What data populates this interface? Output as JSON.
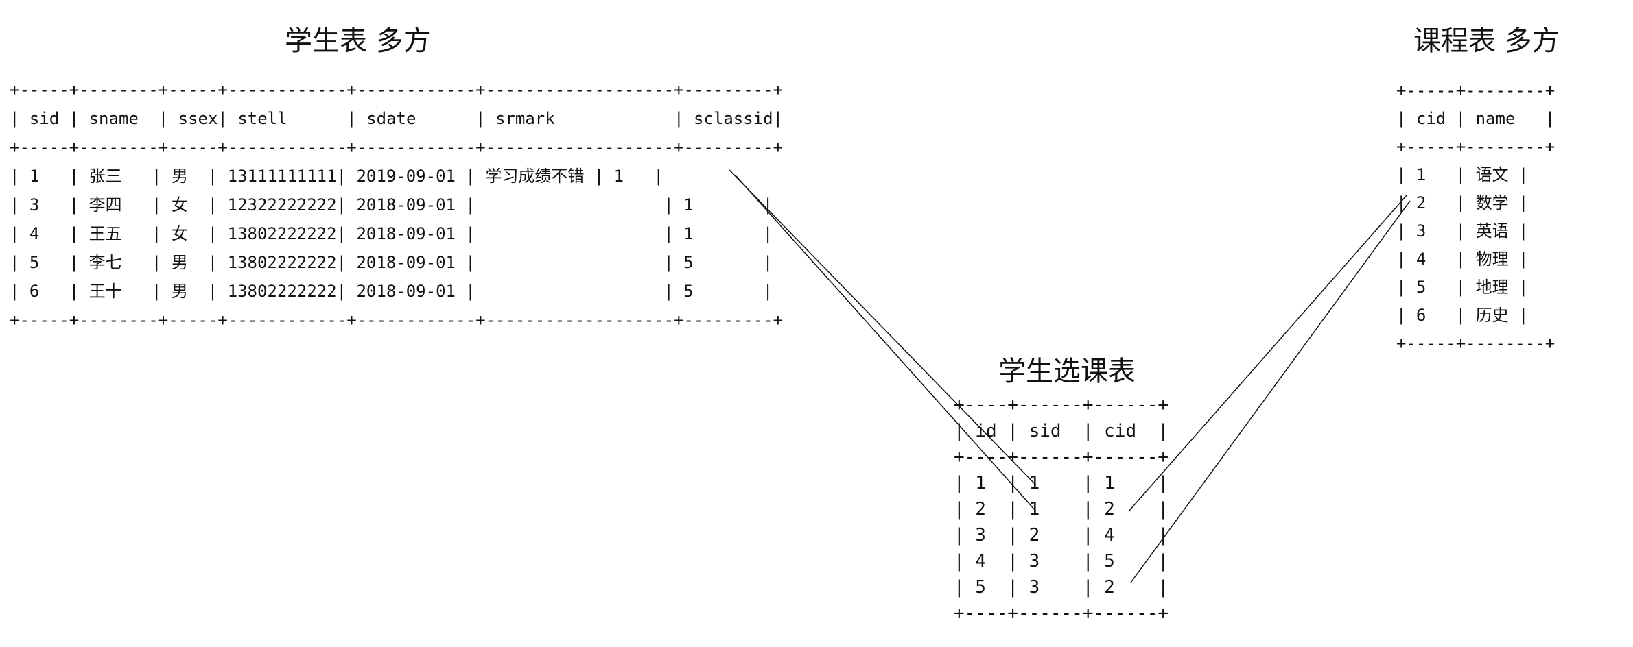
{
  "student_table": {
    "title": "学生表 多方",
    "lines": [
      "+-----+--------+-----+------------+------------+-------------------+---------+",
      "| sid | sname  | ssex| stell      | sdate      | srmark            | sclassid|",
      "+-----+--------+-----+------------+------------+-------------------+---------+",
      "| 1   | 张三   | 男  | 13111111111| 2019-09-01 | 学习成绩不错 | 1   |",
      "| 3   | 李四   | 女  | 12322222222| 2018-09-01 |                   | 1       |",
      "| 4   | 王五   | 女  | 13802222222| 2018-09-01 |                   | 1       |",
      "| 5   | 李七   | 男  | 13802222222| 2018-09-01 |                   | 5       |",
      "| 6   | 王十   | 男  | 13802222222| 2018-09-01 |                   | 5       |",
      "+-----+--------+-----+------------+------------+-------------------+---------+"
    ]
  },
  "selection_table": {
    "title": "学生选课表",
    "lines": [
      "+----+------+------+",
      "| id | sid  | cid  |",
      "+----+------+------+",
      "| 1  | 1    | 1    |",
      "| 2  | 1    | 2    |",
      "| 3  | 2    | 4    |",
      "| 4  | 3    | 5    |",
      "| 5  | 3    | 2    |",
      "+----+------+------+"
    ]
  },
  "course_table": {
    "title": "课程表  多方",
    "lines": [
      "+-----+--------+",
      "| cid | name   |",
      "+-----+--------+",
      "| 1   | 语文 |",
      "| 2   | 数学 |",
      "| 3   | 英语 |",
      "| 4   | 物理 |",
      "| 5   | 地理 |",
      "| 6   | 历史 |",
      "+-----+--------+"
    ]
  },
  "colors": {
    "text": "#111111",
    "line": "#111111",
    "background": "#ffffff"
  }
}
